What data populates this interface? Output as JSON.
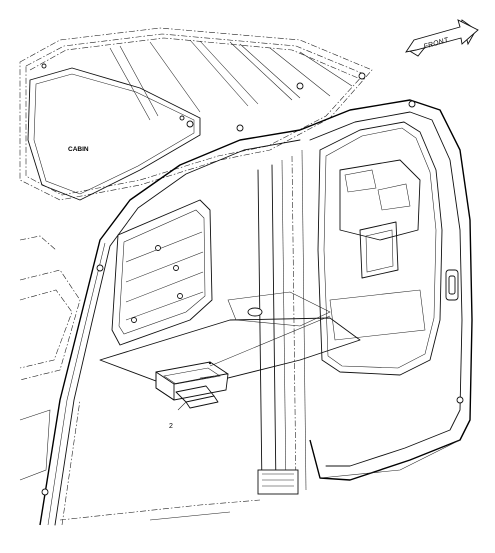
{
  "labels": {
    "cabin": "CABIN",
    "front": "FRONT",
    "callout": "2"
  },
  "colors": {
    "line": "#111111",
    "background": "#ffffff"
  }
}
